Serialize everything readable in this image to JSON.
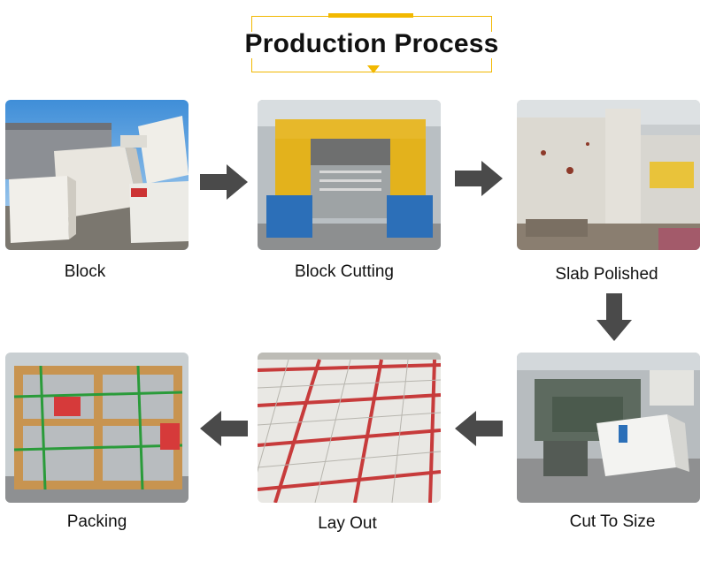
{
  "title": "Production Process",
  "steps": [
    {
      "label": "Block"
    },
    {
      "label": "Block Cutting"
    },
    {
      "label": "Slab Polished"
    },
    {
      "label": "Cut To Size"
    },
    {
      "label": "Lay Out"
    },
    {
      "label": "Packing"
    }
  ],
  "colors": {
    "accent": "#f2b800",
    "arrow": "#4a4a4a",
    "text": "#111111"
  },
  "icons": [
    "arrow-right-icon",
    "arrow-down-icon",
    "arrow-left-icon"
  ]
}
